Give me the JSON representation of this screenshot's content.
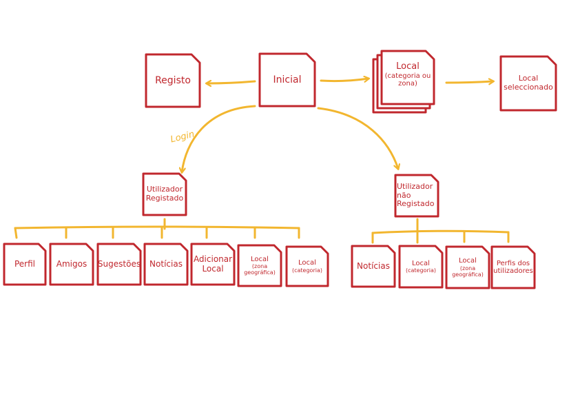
{
  "diagram": {
    "colors": {
      "box": "#c0272d",
      "arrow": "#f2b62f",
      "text": "#c0272d"
    },
    "nodes": {
      "registo": "Registo",
      "inicial": "Inicial",
      "local_main": "Local",
      "local_main_sub": "(categoria ou zona)",
      "local_selec": "Local seleccionado",
      "utilizador_registado": "Utilizador Registado",
      "utilizador_nao_registado": "Utilizador não Registado"
    },
    "registered_children": [
      "Perfil",
      "Amigos",
      "Sugestões",
      "Notícias",
      "Adicionar Local",
      "Local",
      "Local"
    ],
    "registered_children_sub": [
      "",
      "",
      "",
      "",
      "",
      "(zona geográfica)",
      "(categoria)"
    ],
    "unregistered_children": [
      "Notícias",
      "Local",
      "Local",
      "Perfis dos utilizadores"
    ],
    "unregistered_children_sub": [
      "",
      "(categoria)",
      "(zona geográfica)",
      ""
    ],
    "edges": {
      "login_label": "Login"
    }
  }
}
